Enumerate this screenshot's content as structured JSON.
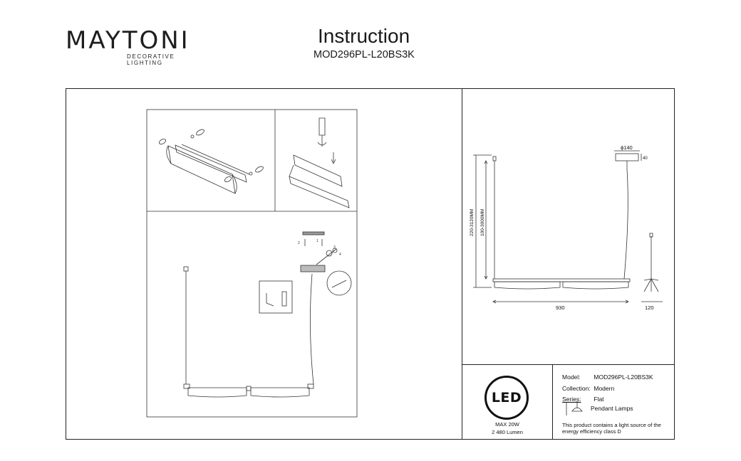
{
  "brand": {
    "name": "MAYTONI",
    "tagline": "DECORATIVE LIGHTING"
  },
  "header": {
    "title": "Instruction",
    "model": "MOD296PL-L20BS3K"
  },
  "assembly": {
    "step_numbers": [
      "1",
      "2",
      "3",
      "4"
    ]
  },
  "dimensions": {
    "canopy_diameter": "ϕ140",
    "canopy_height": "40",
    "total_height": "220-3120MM",
    "cable_length": "100-3000MM",
    "width": "930",
    "depth": "120"
  },
  "energy": {
    "badge": "LED",
    "power": "MAX 20W",
    "lumen": "2 480 Lumen"
  },
  "spec": {
    "model_label": "Model:",
    "model_value": "MOD296PL-L20BS3K",
    "collection_label": "Collection:",
    "collection_value": "Modern",
    "series_label": "Series:",
    "series_value": "Flat",
    "type_value": "Pendant Lamps",
    "note": "This product contains a light source of the energy efficiency class D"
  }
}
